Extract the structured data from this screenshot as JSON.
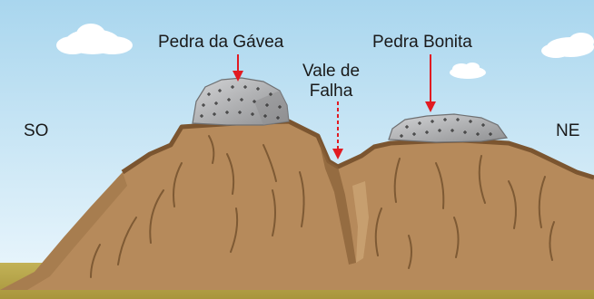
{
  "labels": {
    "pedra_da_gavea": "Pedra da Gávea",
    "pedra_bonita": "Pedra Bonita",
    "vale_de_falha_line1": "Vale de",
    "vale_de_falha_line2": "Falha",
    "so": "SO",
    "ne": "NE"
  },
  "colors": {
    "sky_top": "#a9d6ee",
    "sky_bottom": "#eef8fd",
    "mountain": "#b68a5b",
    "mountain_dark": "#8a6238",
    "ridge": "#7b5530",
    "rock_fill": "#b9babc",
    "rock_shade": "#8f9092",
    "grass": "#b8a647",
    "arrow": "#e11b22",
    "cloud": "#ffffff"
  }
}
